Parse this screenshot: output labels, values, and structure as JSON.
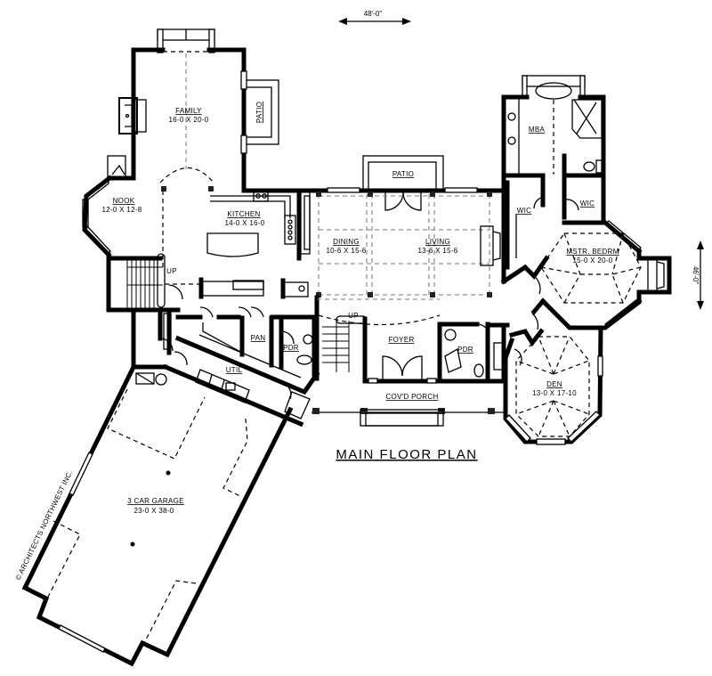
{
  "plan": {
    "title": "MAIN FLOOR PLAN",
    "width_dimension": "48'-0\"",
    "depth_dimension": "46'-0\"",
    "copyright": "© ARCHITECTS NORTHWEST INC."
  },
  "rooms": {
    "family": {
      "name": "FAMILY",
      "size": "16-0 X 20-0"
    },
    "patio_family": {
      "name": "PATIO"
    },
    "nook": {
      "name": "NOOK",
      "size": "12-0 X 12-8"
    },
    "kitchen": {
      "name": "KITCHEN",
      "size": "14-0 X 16-0"
    },
    "patio_rear": {
      "name": "PATIO"
    },
    "dining": {
      "name": "DINING",
      "size": "10-6 X 15-6"
    },
    "living": {
      "name": "LIVING",
      "size": "13-6 X 15-6"
    },
    "mba": {
      "name": "MBA"
    },
    "wic_left": {
      "name": "WIC"
    },
    "wic_right": {
      "name": "WIC"
    },
    "master_bedroom": {
      "name": "MSTR. BEDRM",
      "size": "15-0 X 20-0"
    },
    "den": {
      "name": "DEN",
      "size": "13-0 X 17-10"
    },
    "pantry": {
      "name": "PAN"
    },
    "powder_left": {
      "name": "PDR"
    },
    "powder_right": {
      "name": "PDR"
    },
    "foyer": {
      "name": "FOYER"
    },
    "utility": {
      "name": "UTIL"
    },
    "porch": {
      "name": "COV'D PORCH"
    },
    "garage": {
      "name": "3 CAR GARAGE",
      "size": "23-0 X 38-0"
    },
    "stair_rear": {
      "label": "UP"
    },
    "stair_front": {
      "label": "UP"
    }
  }
}
